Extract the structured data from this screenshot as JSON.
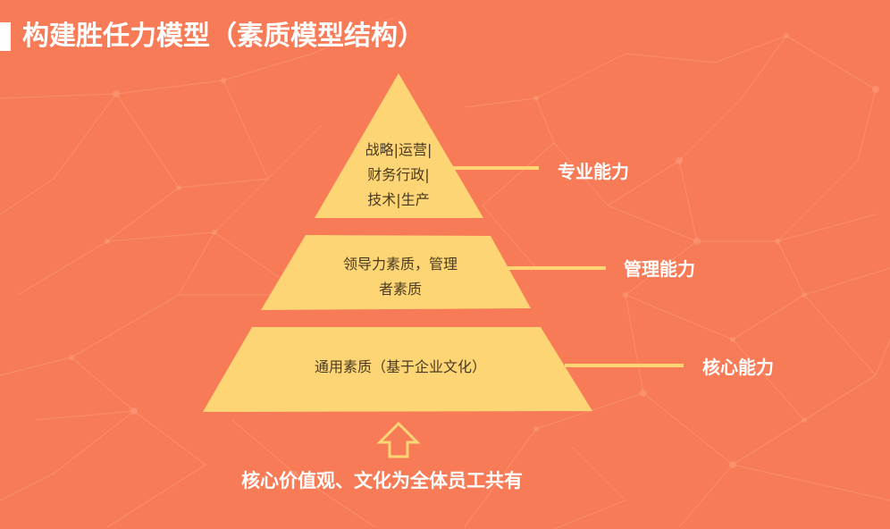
{
  "title": "构建胜任力模型（素质模型结构）",
  "colors": {
    "background": "#f77b56",
    "pyramid_fill": "#fdd575",
    "connector": "#fdd575",
    "label_text": "#ffffff",
    "tier_text": "#4a3b22",
    "network_lines": "#fb9a78"
  },
  "tiers": [
    {
      "lines": [
        "战略|运营|",
        "财务行政|",
        "技术|生产"
      ],
      "label": "专业能力"
    },
    {
      "lines": [
        "领导力素质，管理",
        "者素质"
      ],
      "label": "管理能力"
    },
    {
      "lines": [
        "通用素质（基于企业文化）"
      ],
      "label": "核心能力"
    }
  ],
  "arrow_icon": "up-arrow-outline",
  "caption": "核心价值观、文化为全体员工共有"
}
